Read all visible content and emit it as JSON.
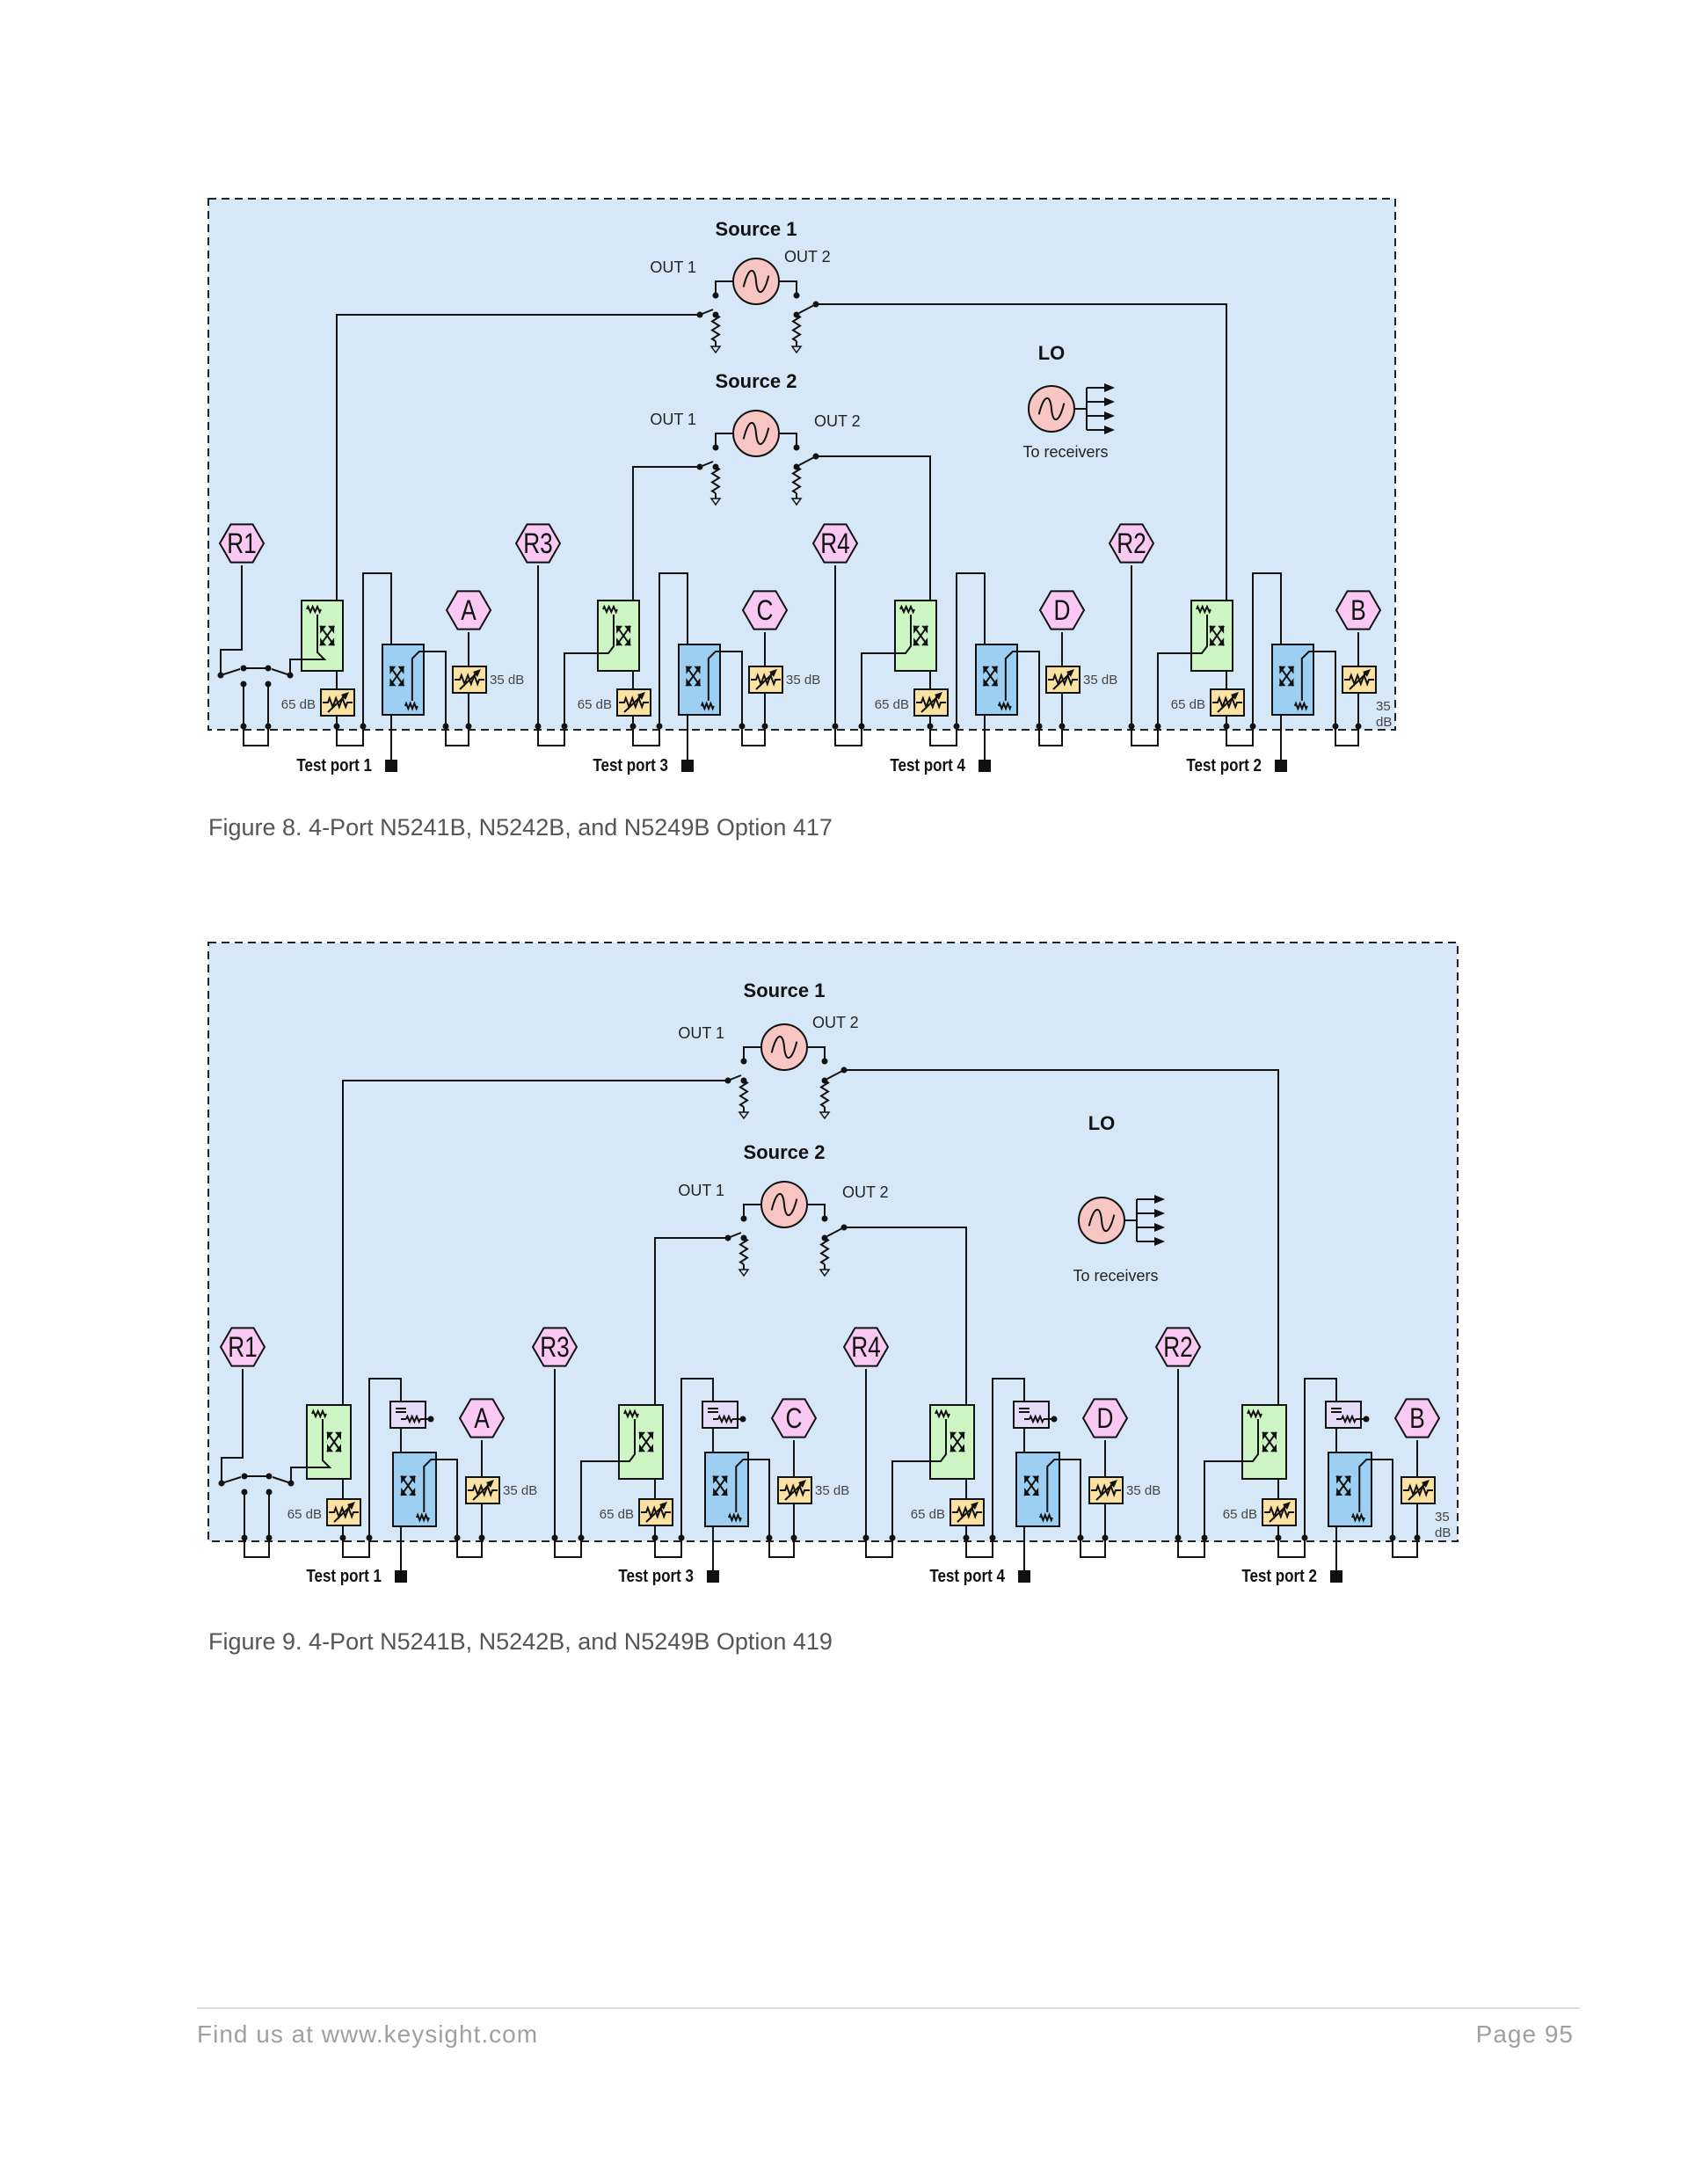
{
  "colors": {
    "panel_bg": "#d6e8f8",
    "source_fill": "#f7c6c2",
    "receiver_fill": "#f9c9f3",
    "coupler_green": "#cdf5c4",
    "coupler_blue": "#9ccff2",
    "attenuator_fill": "#fbe2a2",
    "bias_tee_fill": "#e4dcf7",
    "line": "#111111",
    "caption": "#555555",
    "footer": "#a0a0a0"
  },
  "figures": [
    {
      "id": "fig8",
      "caption": "Figure 8. 4-Port N5241B, N5242B, and N5249B Option 417",
      "has_bias_tee": false,
      "source1": {
        "title": "Source 1",
        "out1": "OUT 1",
        "out2": "OUT 2"
      },
      "source2": {
        "title": "Source 2",
        "out1": "OUT 1",
        "out2": "OUT 2"
      },
      "lo": {
        "title": "LO",
        "subtitle": "To receivers"
      },
      "ports": [
        {
          "reference": "R1",
          "receiver": "A",
          "test_port": "Test port 1",
          "source_att": "65 dB",
          "receiver_att": "35 dB"
        },
        {
          "reference": "R3",
          "receiver": "C",
          "test_port": "Test port 3",
          "source_att": "65 dB",
          "receiver_att": "35 dB"
        },
        {
          "reference": "R4",
          "receiver": "D",
          "test_port": "Test port 4",
          "source_att": "65 dB",
          "receiver_att": "35 dB"
        },
        {
          "reference": "R2",
          "receiver": "B",
          "test_port": "Test port 2",
          "source_att": "65 dB",
          "receiver_att": "35 dB"
        }
      ]
    },
    {
      "id": "fig9",
      "caption": "Figure 9. 4-Port N5241B, N5242B, and N5249B Option 419",
      "has_bias_tee": true,
      "source1": {
        "title": "Source 1",
        "out1": "OUT 1",
        "out2": "OUT 2"
      },
      "source2": {
        "title": "Source 2",
        "out1": "OUT 1",
        "out2": "OUT 2"
      },
      "lo": {
        "title": "LO",
        "subtitle": "To receivers"
      },
      "ports": [
        {
          "reference": "R1",
          "receiver": "A",
          "test_port": "Test port 1",
          "source_att": "65 dB",
          "receiver_att": "35 dB"
        },
        {
          "reference": "R3",
          "receiver": "C",
          "test_port": "Test port 3",
          "source_att": "65 dB",
          "receiver_att": "35 dB"
        },
        {
          "reference": "R4",
          "receiver": "D",
          "test_port": "Test port 4",
          "source_att": "65 dB",
          "receiver_att": "35 dB"
        },
        {
          "reference": "R2",
          "receiver": "B",
          "test_port": "Test port 2",
          "source_att": "65 dB",
          "receiver_att": "35 dB"
        }
      ]
    }
  ],
  "footer": {
    "left": "Find us at www.keysight.com",
    "right": "Page 95"
  }
}
